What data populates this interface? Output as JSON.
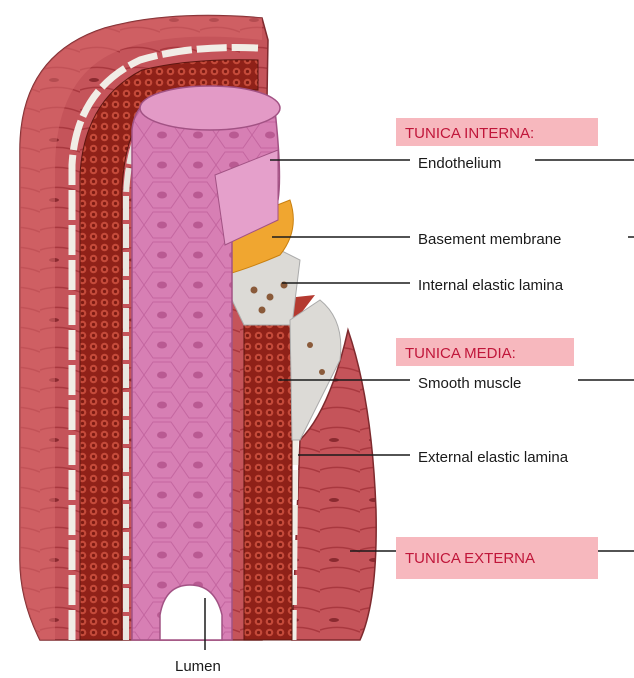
{
  "diagram": {
    "headers": {
      "interna": "TUNICA INTERNA:",
      "media": "TUNICA MEDIA:",
      "externa": "TUNICA EXTERNA"
    },
    "labels": {
      "endothelium": "Endothelium",
      "basement": "Basement membrane",
      "internal_lamina": "Internal elastic lamina",
      "smooth_muscle": "Smooth muscle",
      "external_lamina": "External elastic lamina",
      "lumen": "Lumen"
    },
    "colors": {
      "header_bg": "#f7b8be",
      "header_text": "#c0163a",
      "externa": "#c5545a",
      "media": "#9c2a22",
      "intima": "#d77fb4",
      "basement": "#f0a630"
    }
  }
}
